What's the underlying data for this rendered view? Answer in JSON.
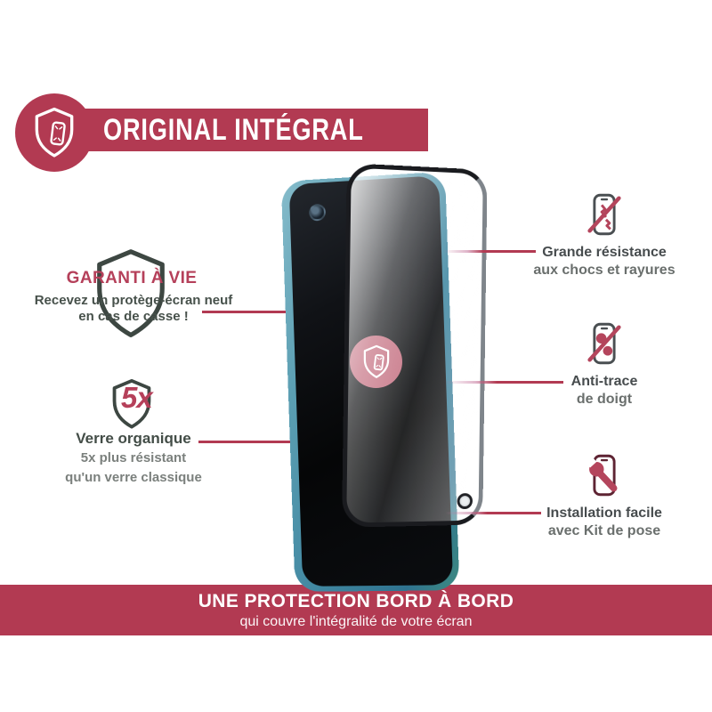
{
  "colors": {
    "crimson": "#b23a52",
    "rose_badge": "#c2697b",
    "dark_text": "#47514b",
    "gray_text": "#7b807d",
    "maroon_icon": "#5e2433",
    "phone_teal": "#4f95ac"
  },
  "header": {
    "title": "ORIGINAL INTÉGRAL",
    "badge_icon": "shield-phone-icon"
  },
  "warranty": {
    "icon": "shield-outline-icon",
    "title": "GARANTI À VIE",
    "line1": "Recevez un protège-écran neuf",
    "line2": "en cas de casse !"
  },
  "organic_glass": {
    "icon": "shield-5x-icon",
    "badge": "5x",
    "title": "Verre organique",
    "line1": "5x plus résistant",
    "line2": "qu'un verre classique"
  },
  "features": [
    {
      "icon": "no-shock-phone-icon",
      "line1": "Grande résistance",
      "line2": "aux chocs et rayures"
    },
    {
      "icon": "no-fingerprint-phone-icon",
      "line1": "Anti-trace",
      "line2": "de doigt"
    },
    {
      "icon": "install-kit-phone-icon",
      "line1": "Installation facile",
      "line2": "avec Kit de pose"
    }
  ],
  "phone": {
    "center_badge_icon": "shield-phone-icon"
  },
  "footer": {
    "title": "UNE PROTECTION BORD À BORD",
    "subtitle": "qui couvre l'intégralité de votre écran"
  }
}
